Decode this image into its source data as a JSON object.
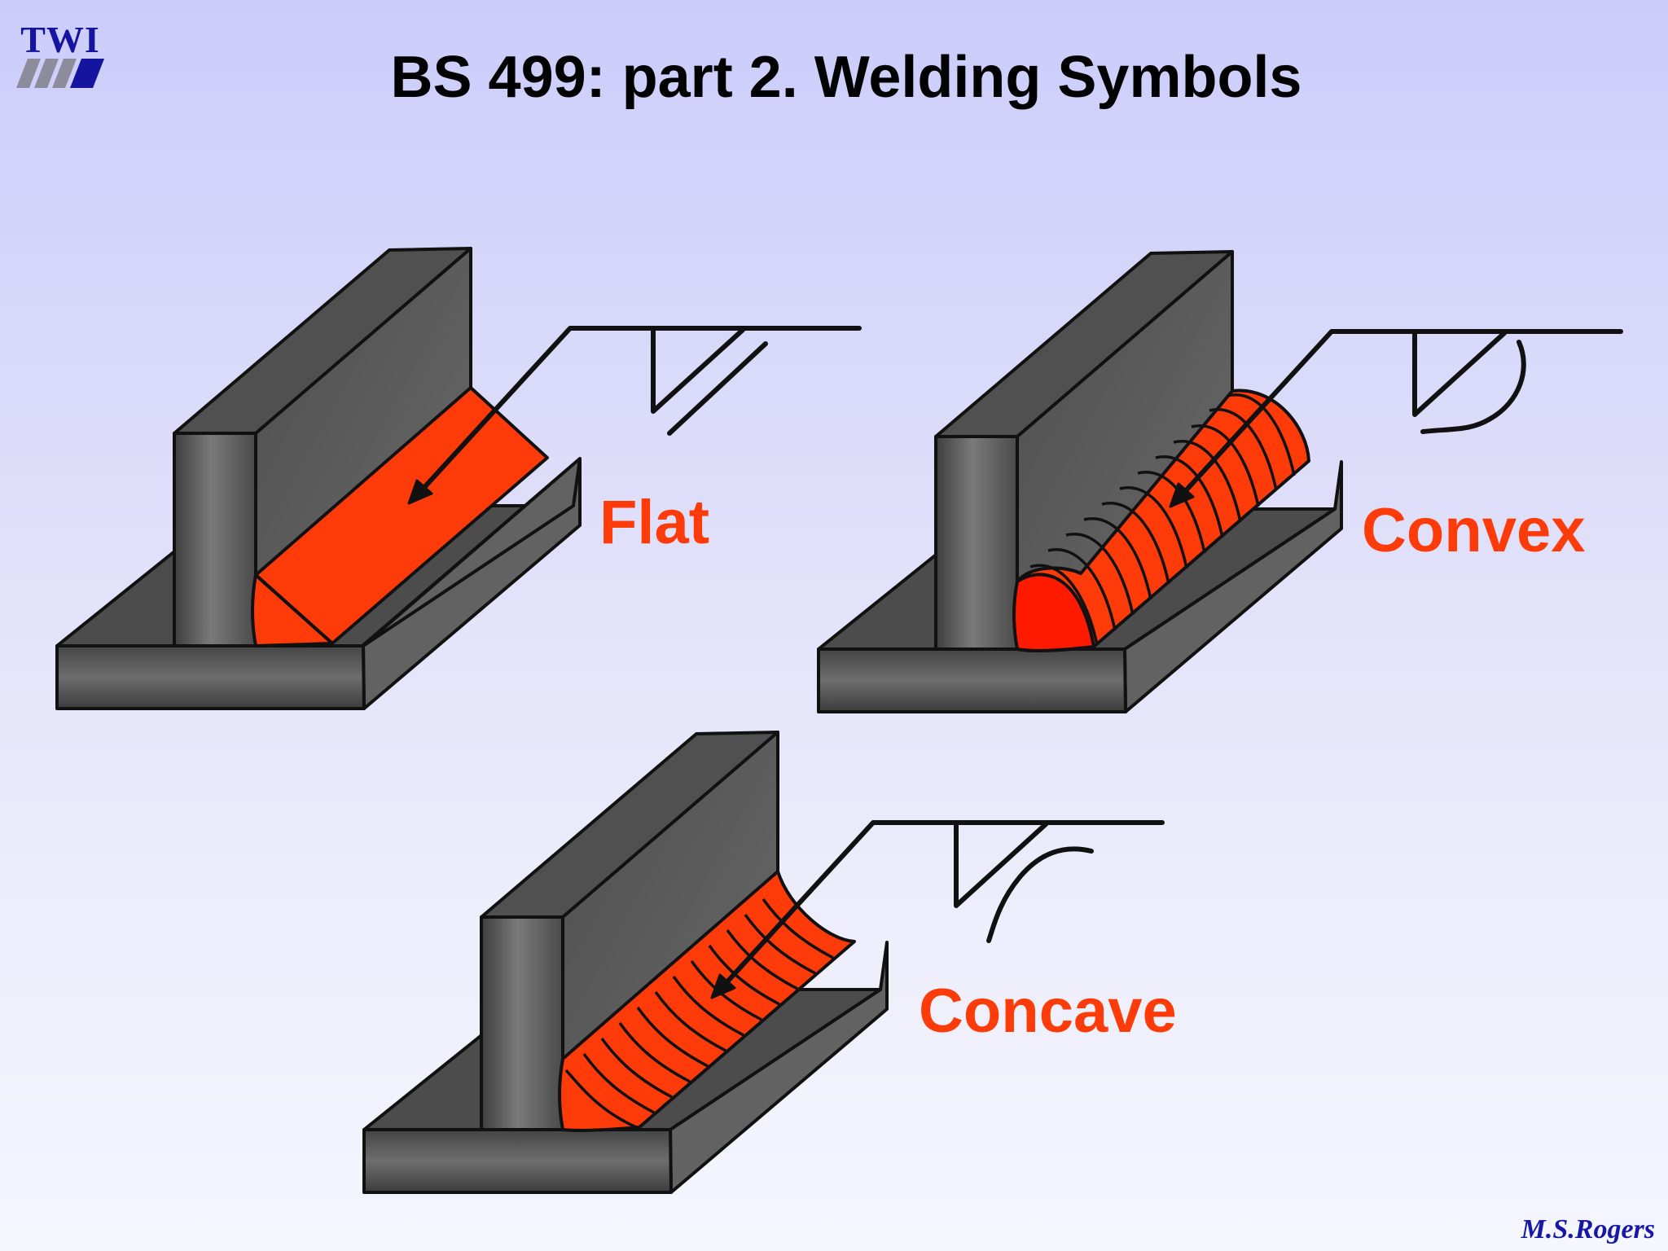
{
  "header": {
    "logo_text": "TWI",
    "title": "BS 499: part 2.  Welding Symbols"
  },
  "figures": [
    {
      "id": "flat",
      "label": "Flat",
      "profile": "flat"
    },
    {
      "id": "convex",
      "label": "Convex",
      "profile": "convex"
    },
    {
      "id": "concave",
      "label": "Concave",
      "profile": "concave"
    }
  ],
  "footer": {
    "author": "M.S.Rogers"
  },
  "colors": {
    "weld": "#ff3b0a",
    "weld_convex_face": "#ff1a00",
    "plate": "#5a5a5a",
    "plate_top": "#4b4b4b",
    "plate_side": "#6a6a6a",
    "outline": "#111111",
    "logo": "#1414a0",
    "label": "#ff3b0a"
  }
}
